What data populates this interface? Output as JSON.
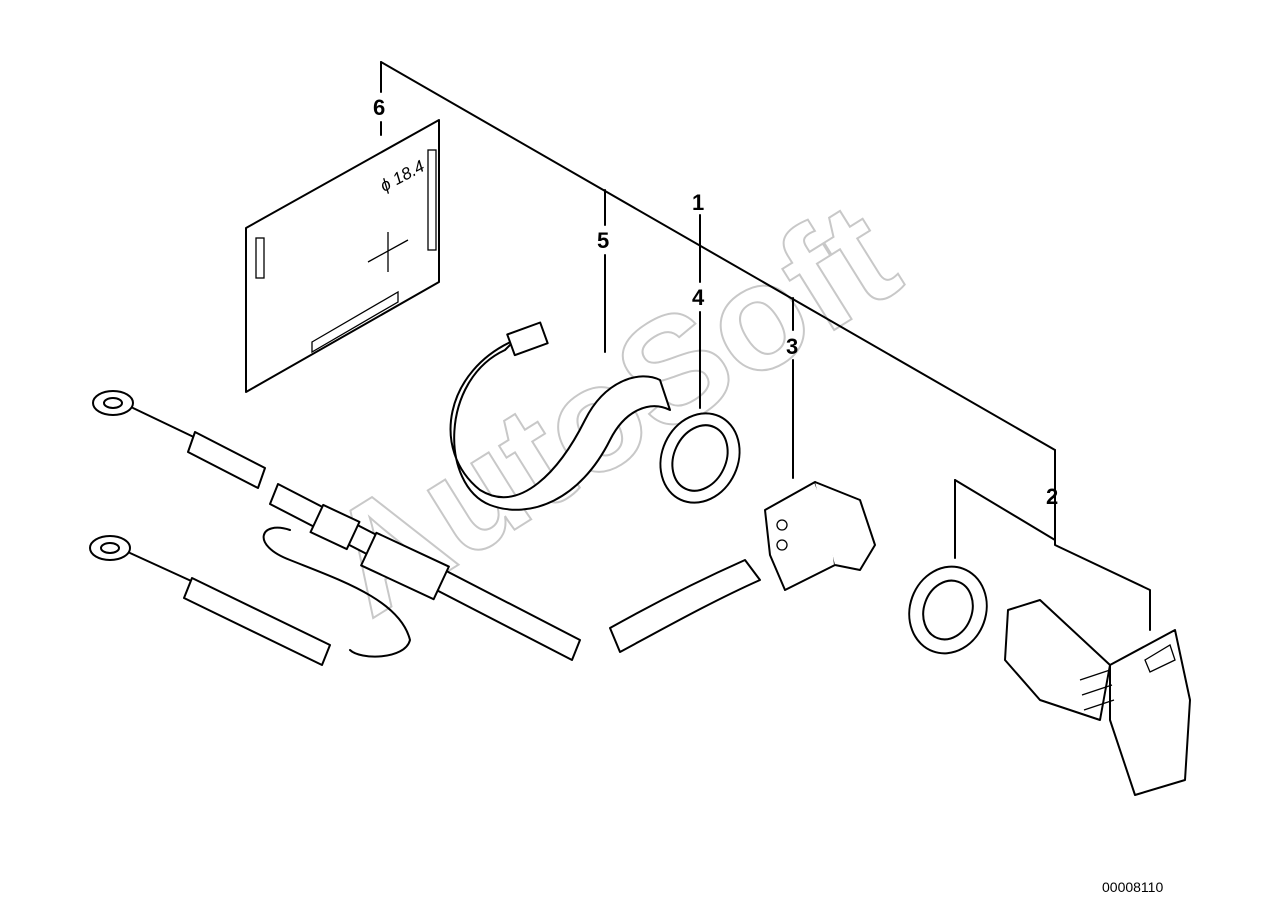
{
  "callouts": [
    "1",
    "2",
    "3",
    "4",
    "5",
    "6"
  ],
  "label_dimension": "ϕ 18.4",
  "document_number": "00008110",
  "watermark": "AutoSoft"
}
